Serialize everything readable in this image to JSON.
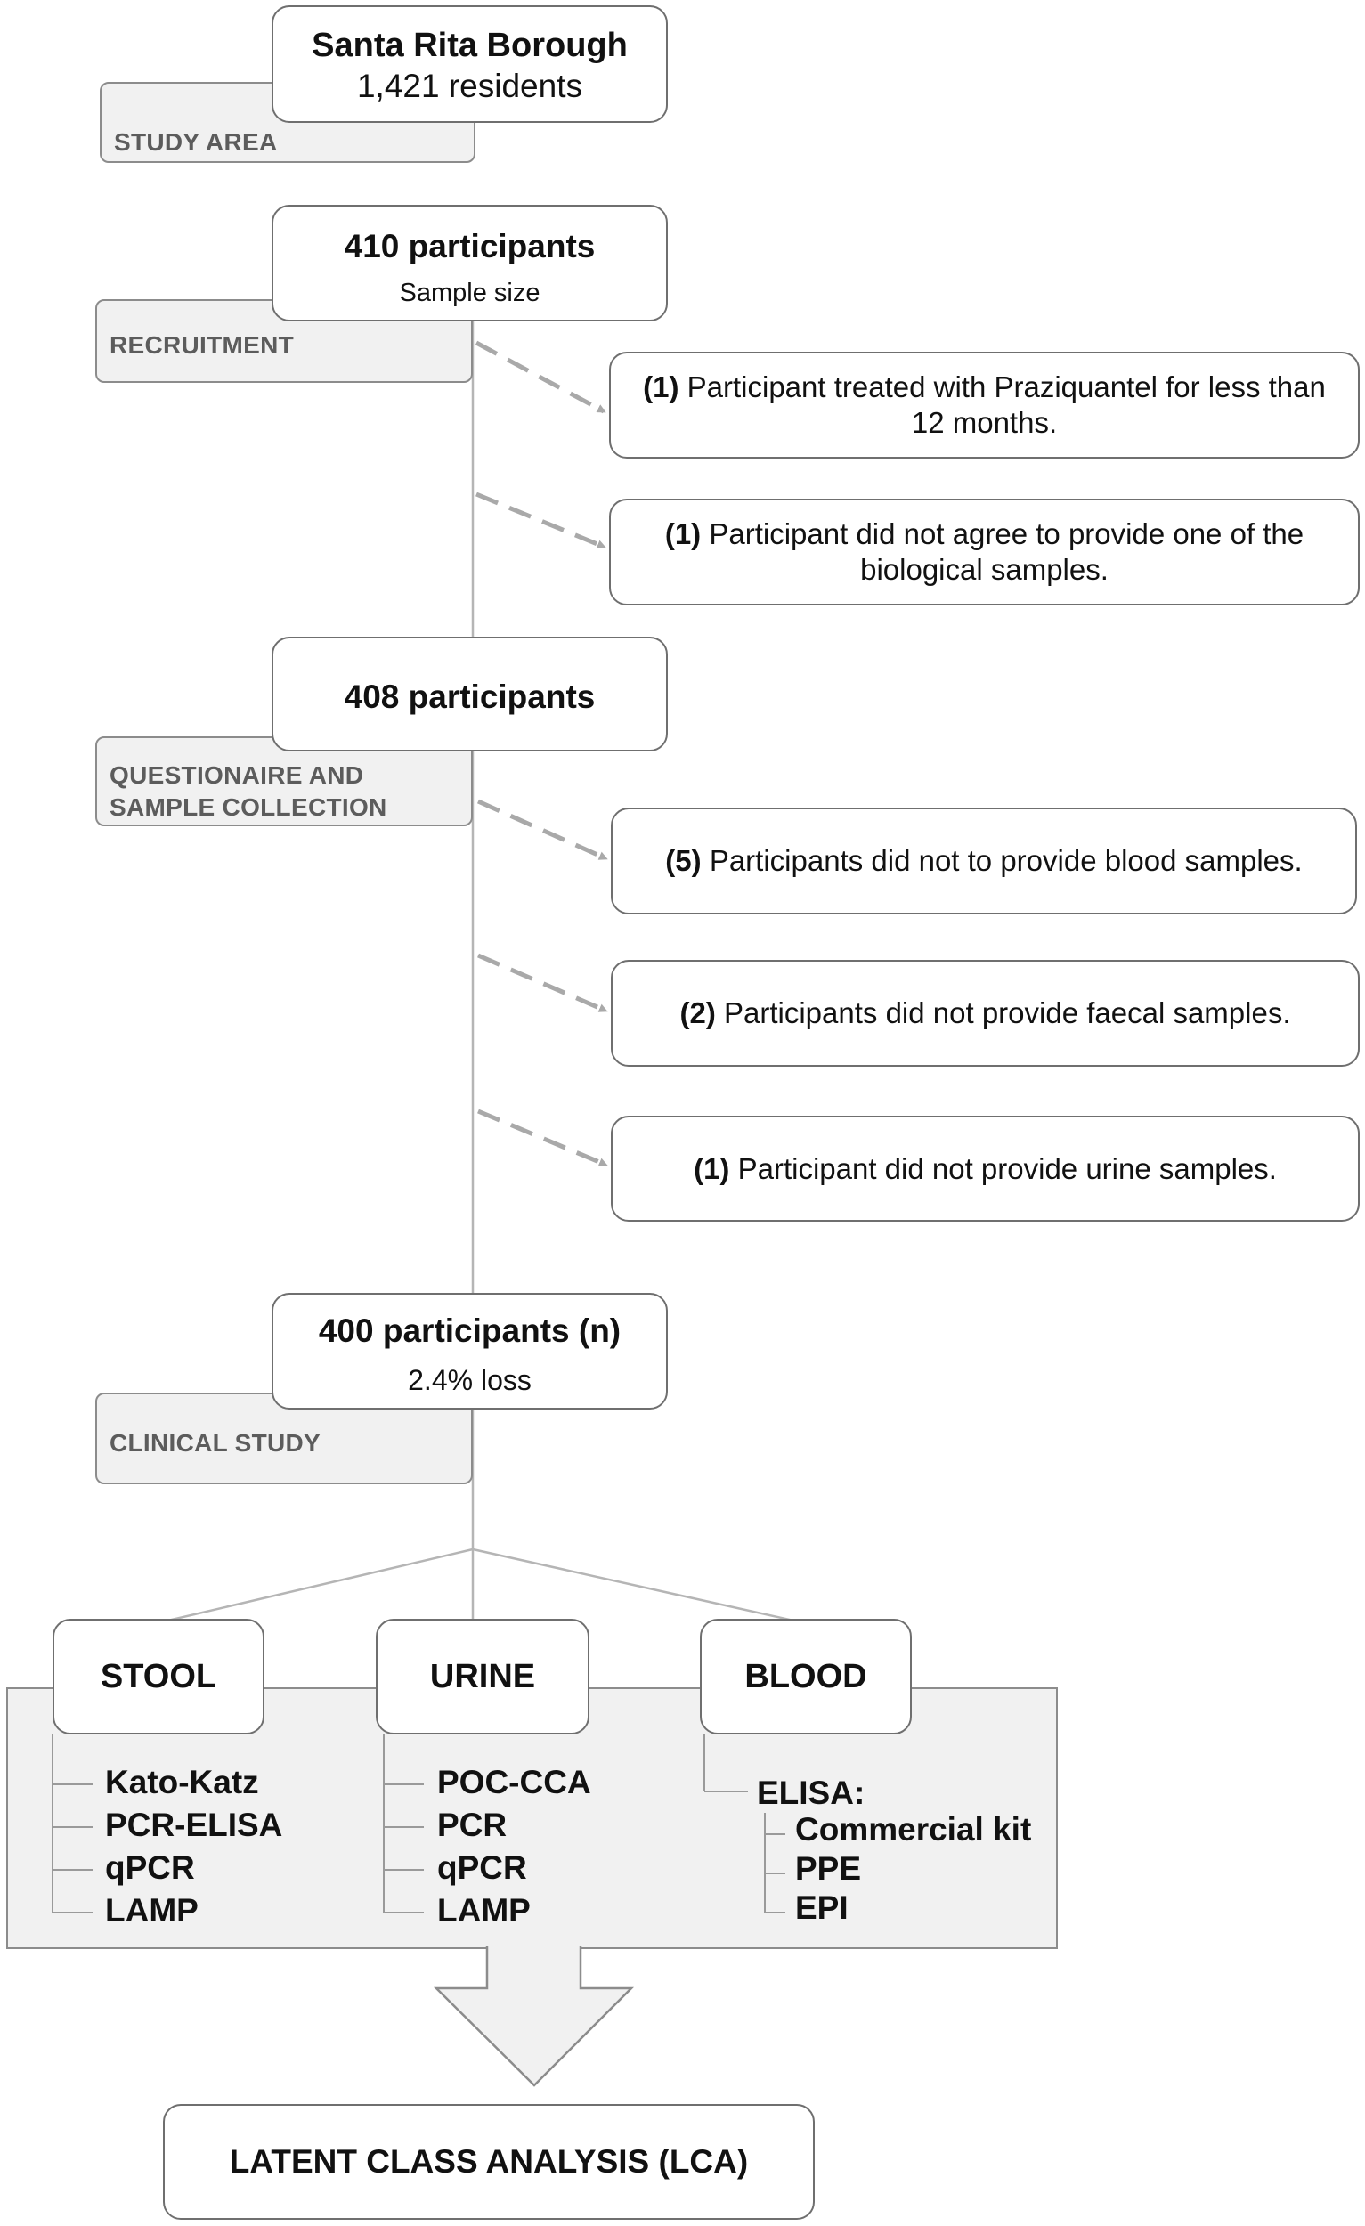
{
  "study_area": {
    "stage_label": "STUDY AREA",
    "title": "Santa Rita Borough",
    "subtitle": "1,421 residents"
  },
  "recruitment": {
    "stage_label": "RECRUITMENT",
    "count": "410 participants",
    "note": "Sample size",
    "exclusions": [
      {
        "count": "(1)",
        "text": "Participant treated with Praziquantel for less than 12 months."
      },
      {
        "count": "(1)",
        "text": "Participant did not agree to provide one of the biological samples."
      }
    ]
  },
  "collection": {
    "stage_label_1": "QUESTIONAIRE AND",
    "stage_label_2": "SAMPLE COLLECTION",
    "count": "408 participants",
    "exclusions": [
      {
        "count": "(5)",
        "text": "Participants did not to provide blood samples."
      },
      {
        "count": "(2)",
        "text": "Participants did not provide faecal samples."
      },
      {
        "count": "(1)",
        "text": "Participant did not provide urine samples."
      }
    ]
  },
  "clinical": {
    "stage_label": "CLINICAL STUDY",
    "count": "400 participants (n)",
    "note": "2.4% loss"
  },
  "samples": [
    {
      "name": "STOOL",
      "tests": [
        "Kato-Katz",
        "PCR-ELISA",
        "qPCR",
        "LAMP"
      ]
    },
    {
      "name": "URINE",
      "tests": [
        "POC-CCA",
        "PCR",
        "qPCR",
        "LAMP"
      ]
    },
    {
      "name": "BLOOD",
      "group": "ELISA:",
      "tests": [
        "Commercial kit",
        "PPE",
        "EPI"
      ]
    }
  ],
  "result": {
    "label": "LATENT CLASS ANALYSIS (LCA)"
  },
  "colors": {
    "stage_fill": "#f1f1f1",
    "arrow_dash": "#a9a9a9",
    "connector": "#b5b5b5",
    "border": "#6f6f6f"
  }
}
